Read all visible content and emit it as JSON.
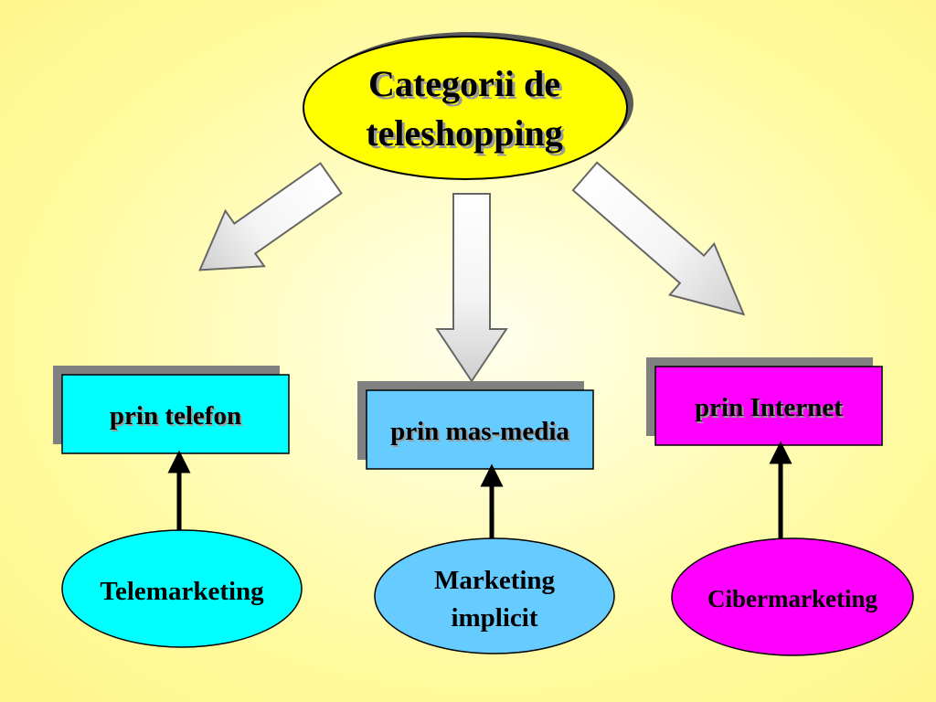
{
  "colors": {
    "root_fill": "#ffff00",
    "cyan_box": "#00ffff",
    "blue_box": "#66ccff",
    "magenta_box": "#ff00ff",
    "shadow": "#808080",
    "arrow_fill": "#ffffff",
    "connector": "#000000"
  },
  "root": {
    "line1": "Categorii de",
    "line2": "teleshopping"
  },
  "categories": {
    "telefon": "prin telefon",
    "mass_media": "prin mas-media",
    "internet": "prin Internet"
  },
  "methods": {
    "telemarketing": "Telemarketing",
    "marketing_implicit_line1": "Marketing",
    "marketing_implicit_line2": "implicit",
    "cibermarketing": "Cibermarketing"
  }
}
